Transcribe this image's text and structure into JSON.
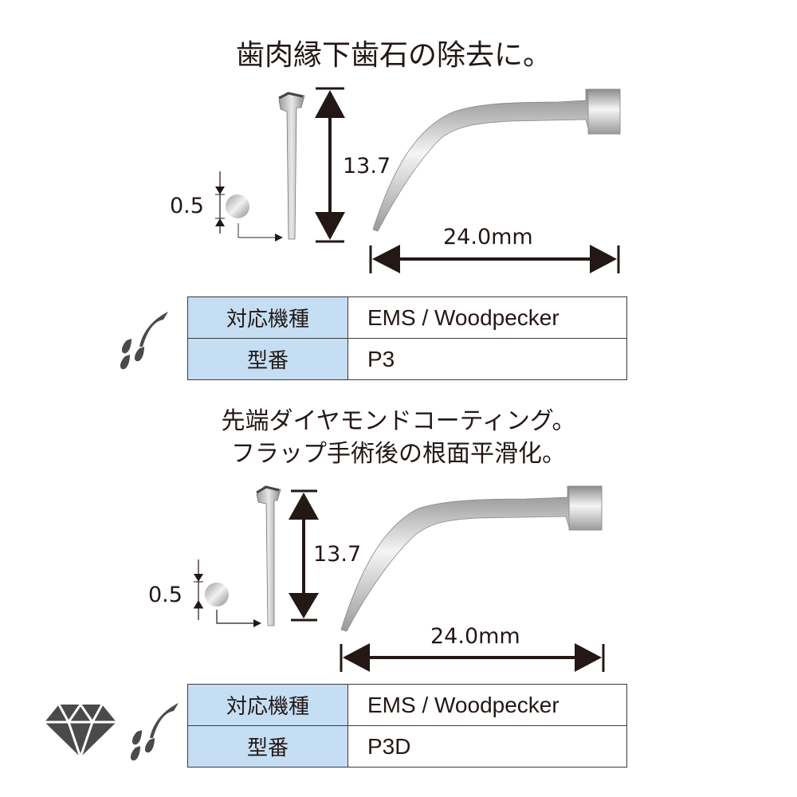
{
  "products": [
    {
      "description_lines": [
        "歯肉縁下歯石の除去に。"
      ],
      "dimensions": {
        "tip_diameter": "0.5",
        "height": "13.7",
        "length": "24.0mm"
      },
      "icons": [
        "water-spray-icon"
      ],
      "spec": [
        {
          "label": "対応機種",
          "value": "EMS / Woodpecker"
        },
        {
          "label": "型番",
          "value": "P3"
        }
      ]
    },
    {
      "description_lines": [
        "先端ダイヤモンドコーティング。",
        "フラップ手術後の根面平滑化。"
      ],
      "dimensions": {
        "tip_diameter": "0.5",
        "height": "13.7",
        "length": "24.0mm"
      },
      "icons": [
        "diamond-icon",
        "water-spray-icon"
      ],
      "spec": [
        {
          "label": "対応機種",
          "value": "EMS / Woodpecker"
        },
        {
          "label": "型番",
          "value": "P3D"
        }
      ]
    }
  ],
  "colors": {
    "label_bg": "#c5def3",
    "text": "#231815",
    "icon": "#4a4a4a"
  }
}
